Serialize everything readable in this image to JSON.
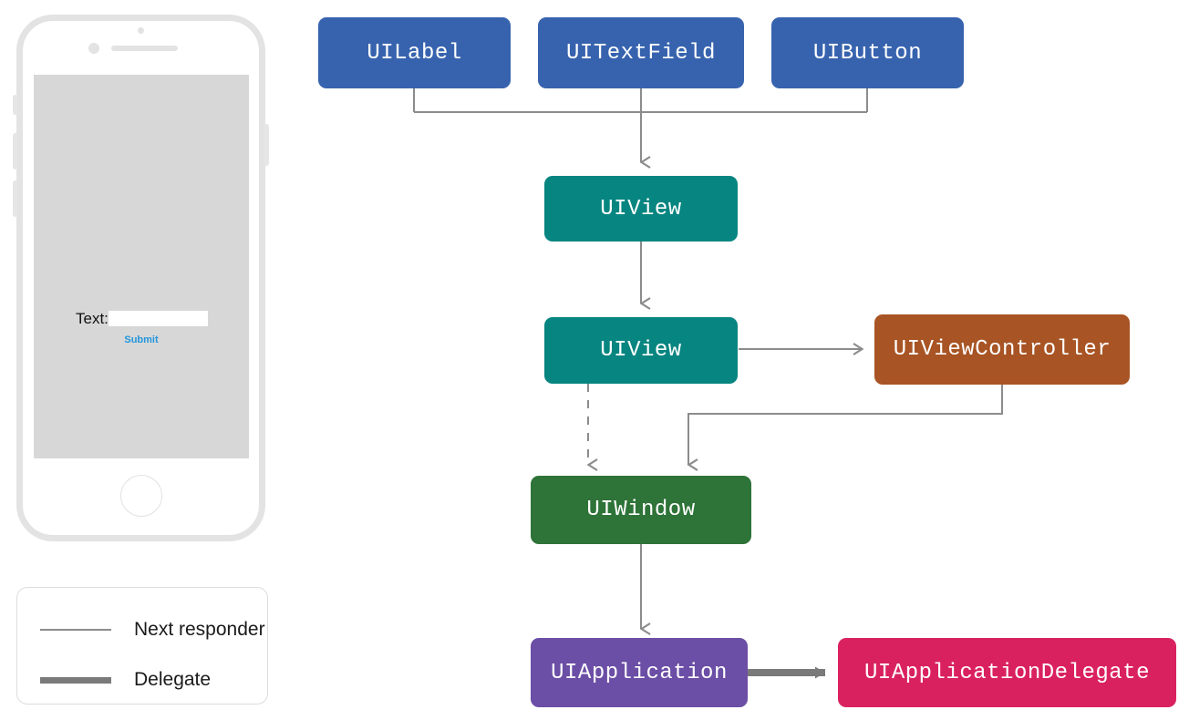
{
  "phone": {
    "form": {
      "label": "Text:",
      "input_value": "",
      "input_placeholder": "",
      "submit_label": "Submit"
    }
  },
  "legend": {
    "title": "",
    "items": [
      {
        "label": "Next responder",
        "style": "thin-line",
        "color": "#8c8c8c"
      },
      {
        "label": "Delegate",
        "style": "thick-line",
        "color": "#7a7a7a"
      }
    ]
  },
  "diagram": {
    "type": "flow",
    "nodes": [
      {
        "id": "uilabel",
        "label": "UILabel",
        "color": "#3763ae"
      },
      {
        "id": "uitextfield",
        "label": "UITextField",
        "color": "#3763ae"
      },
      {
        "id": "uibutton",
        "label": "UIButton",
        "color": "#3763ae"
      },
      {
        "id": "uiview-top",
        "label": "UIView",
        "color": "#078580"
      },
      {
        "id": "uiview-bottom",
        "label": "UIView",
        "color": "#078580"
      },
      {
        "id": "uiviewcontroller",
        "label": "UIViewController",
        "color": "#a85424"
      },
      {
        "id": "uiwindow",
        "label": "UIWindow",
        "color": "#2e7338"
      },
      {
        "id": "uiapplication",
        "label": "UIApplication",
        "color": "#6b4ea5"
      },
      {
        "id": "uiapplicationdelegate",
        "label": "UIApplicationDelegate",
        "color": "#da2160"
      }
    ],
    "edges": [
      {
        "from": "uilabel",
        "to": "uiview-top",
        "style": "next-responder"
      },
      {
        "from": "uitextfield",
        "to": "uiview-top",
        "style": "next-responder"
      },
      {
        "from": "uibutton",
        "to": "uiview-top",
        "style": "next-responder"
      },
      {
        "from": "uiview-top",
        "to": "uiview-bottom",
        "style": "next-responder"
      },
      {
        "from": "uiview-bottom",
        "to": "uiviewcontroller",
        "style": "next-responder"
      },
      {
        "from": "uiview-bottom",
        "to": "uiwindow",
        "style": "next-responder-dashed"
      },
      {
        "from": "uiviewcontroller",
        "to": "uiwindow",
        "style": "next-responder"
      },
      {
        "from": "uiwindow",
        "to": "uiapplication",
        "style": "next-responder"
      },
      {
        "from": "uiapplication",
        "to": "uiapplicationdelegate",
        "style": "delegate"
      }
    ]
  }
}
